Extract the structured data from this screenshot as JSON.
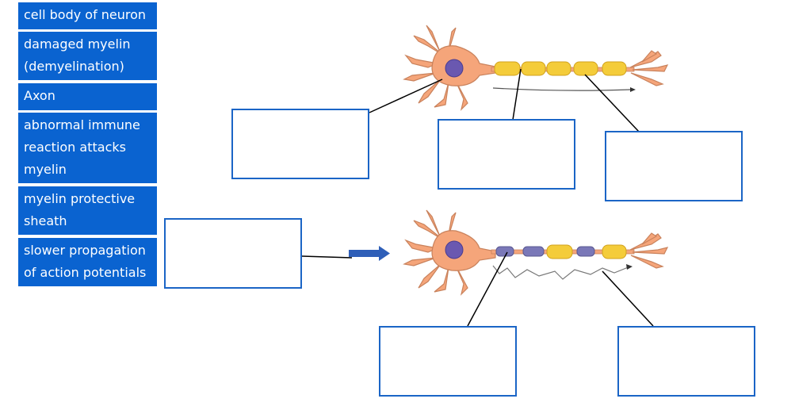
{
  "labels": [
    "cell body of neuron",
    "damaged myelin (demyelination)",
    "Axon",
    "abnormal immune reaction attacks myelin",
    "myelin protective sheath",
    "slower propagation of action potentials"
  ],
  "drop_zones": [
    "",
    "",
    "",
    "",
    "",
    ""
  ],
  "colors": {
    "tile_bg": "#0a63d0",
    "drop_border": "#1b65c6",
    "neuron": "#f5a57a",
    "nucleus": "#6a58b0",
    "myelin": "#f4cc3a",
    "damaged_myelin": "#7a78b8",
    "arrow": "#2f5fb8"
  }
}
